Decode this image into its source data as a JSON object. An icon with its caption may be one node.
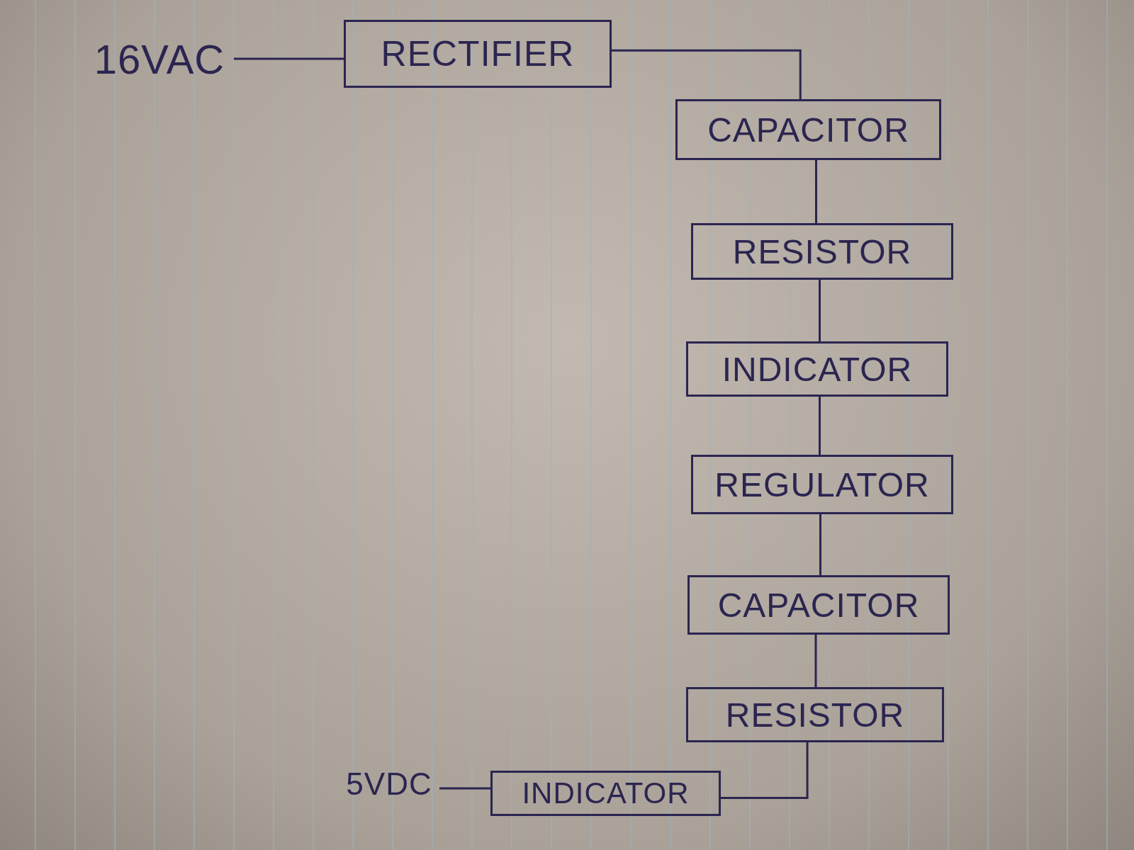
{
  "diagram": {
    "nodes": [
      {
        "text": [
          "16VAC"
        ]
      },
      {
        "text": [
          "RECTIFIER"
        ]
      },
      {
        "text": [
          "CAPACITOR"
        ]
      },
      {
        "text": [
          "RESISTOR"
        ]
      },
      {
        "text": [
          "INDICATOR"
        ]
      },
      {
        "text": [
          "REGULATOR"
        ]
      },
      {
        "text": [
          "CAPACITOR"
        ]
      },
      {
        "text": [
          "RESISTOR"
        ]
      },
      {
        "text": [
          "INDICATOR"
        ]
      },
      {
        "text": [
          "5VDC"
        ]
      }
    ],
    "edges": [
      {
        "from": 0,
        "to": 1,
        "arrow": "none"
      },
      {
        "from": 1,
        "to": 2,
        "arrow": "none"
      },
      {
        "from": 2,
        "to": 3,
        "arrow": "none"
      },
      {
        "from": 3,
        "to": 4,
        "arrow": "none"
      },
      {
        "from": 4,
        "to": 5,
        "arrow": "none"
      },
      {
        "from": 5,
        "to": 6,
        "arrow": "none"
      },
      {
        "from": 6,
        "to": 7,
        "arrow": "none"
      },
      {
        "from": 7,
        "to": 8,
        "arrow": "none"
      },
      {
        "from": 8,
        "to": 9,
        "arrow": "none"
      }
    ]
  }
}
